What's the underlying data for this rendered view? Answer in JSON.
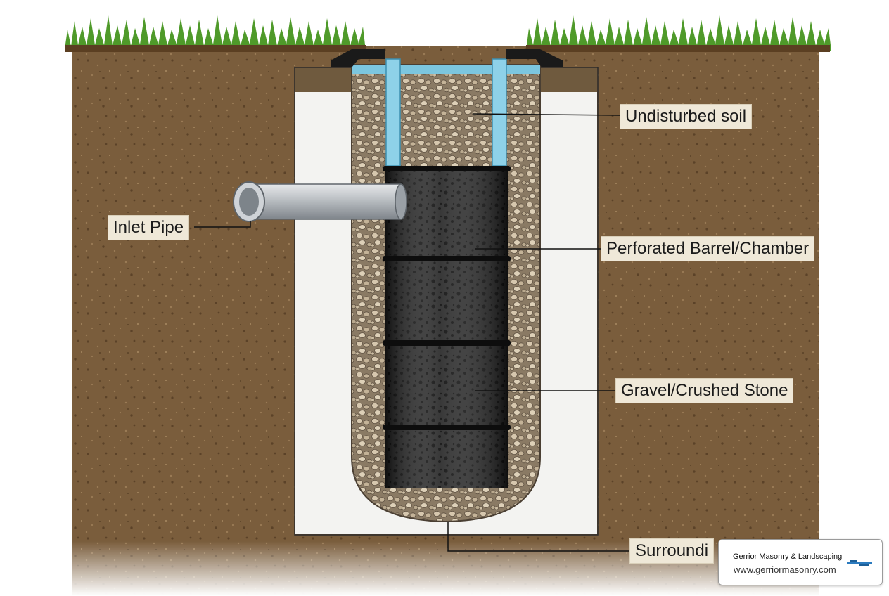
{
  "labels": {
    "undisturbed_soil": "Undisturbed soil",
    "inlet_pipe": "Inlet Pipe",
    "perforated_barrel": "Perforated Barrel/Chamber",
    "gravel": "Gravel/Crushed Stone",
    "surrounding": "Surroundi"
  },
  "brand": {
    "name": "Gerrior Masonry & Landscaping",
    "url": "www.gerriormasonry.com",
    "logo_icon": "gerrior-logo-icon"
  },
  "colors": {
    "soil": "#7a5d3c",
    "soil_dark": "#5d4428",
    "grass": "#4f9a2a",
    "gravel": "#c9b9a0",
    "barrel": "#1c1c1c",
    "pipe": "#b8bcc0",
    "water": "#7cc6df",
    "fabric": "#f3f3f1",
    "label_bg": "#efe8d8",
    "brand_blue": "#2b7bbf"
  }
}
